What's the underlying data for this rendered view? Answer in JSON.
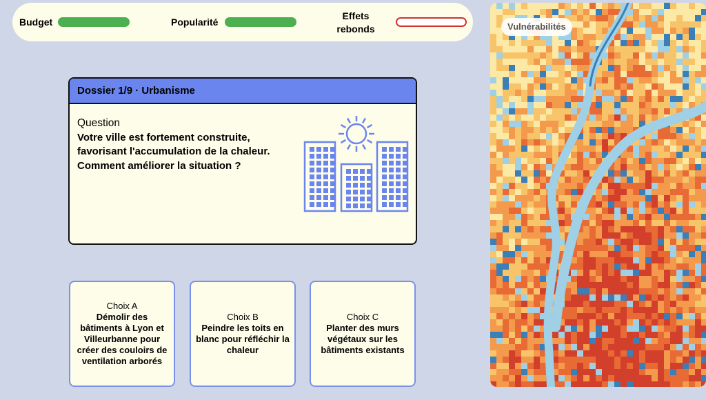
{
  "stats": {
    "budget": {
      "label": "Budget",
      "level": 1.0
    },
    "popularity": {
      "label": "Popularité",
      "level": 1.0
    },
    "rebound": {
      "label_line1": "Effets",
      "label_line2": "rebonds",
      "level": 0.0
    }
  },
  "dossier": {
    "header": "Dossier 1/9 · Urbanisme",
    "question_label": "Question",
    "question_line1": "Votre ville est fortement construite,",
    "question_line2": "favorisant l'accumulation de la chaleur.",
    "question_line3": "Comment améliorer la situation ?",
    "illustration_icon": "buildings-sun-icon"
  },
  "choices": [
    {
      "letter": "Choix A",
      "text": "Démolir des bâtiments à Lyon et Villeurbanne pour créer des couloirs de ventilation arborés"
    },
    {
      "letter": "Choix B",
      "text": "Peindre les toits en blanc pour réfléchir la chaleur"
    },
    {
      "letter": "Choix C",
      "text": "Planter des murs végétaux sur les bâtiments existants"
    }
  ],
  "map": {
    "badge": "Vulnérabilités",
    "palette": [
      "#fde9a6",
      "#f8c46a",
      "#f39a4d",
      "#e86a35",
      "#d23f2a",
      "#9fd0e6",
      "#3a7fb8"
    ]
  },
  "colors": {
    "background": "#cfd6e8",
    "panel": "#fdfdea",
    "header": "#6b85ee",
    "good_bar": "#4caf50",
    "bad_bar": "#d32f2f",
    "choice_border": "#7b90e8"
  }
}
